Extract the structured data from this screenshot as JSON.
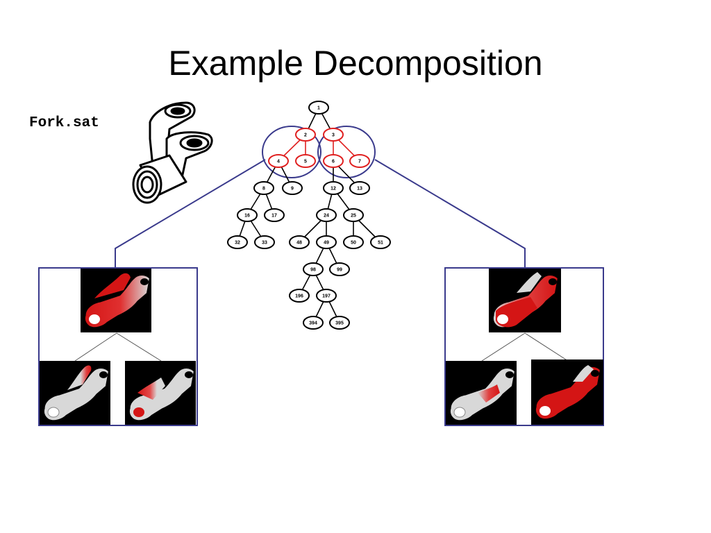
{
  "slide": {
    "title": "Example Decomposition",
    "filename": "Fork.sat"
  },
  "colors": {
    "highlight": "#e02020",
    "group_outline": "#3a3a8c",
    "node_outline": "#000000",
    "part_red": "#d41515",
    "part_gray": "#d8d8d8"
  },
  "tree": {
    "nodes": [
      {
        "id": "1",
        "highlight": false
      },
      {
        "id": "2",
        "highlight": true
      },
      {
        "id": "3",
        "highlight": true
      },
      {
        "id": "4",
        "highlight": true
      },
      {
        "id": "5",
        "highlight": true
      },
      {
        "id": "6",
        "highlight": true
      },
      {
        "id": "7",
        "highlight": true
      },
      {
        "id": "8",
        "highlight": false
      },
      {
        "id": "9",
        "highlight": false
      },
      {
        "id": "12",
        "highlight": false
      },
      {
        "id": "13",
        "highlight": false
      },
      {
        "id": "16",
        "highlight": false
      },
      {
        "id": "17",
        "highlight": false
      },
      {
        "id": "24",
        "highlight": false
      },
      {
        "id": "25",
        "highlight": false
      },
      {
        "id": "32",
        "highlight": false
      },
      {
        "id": "33",
        "highlight": false
      },
      {
        "id": "48",
        "highlight": false
      },
      {
        "id": "49",
        "highlight": false
      },
      {
        "id": "50",
        "highlight": false
      },
      {
        "id": "51",
        "highlight": false
      },
      {
        "id": "98",
        "highlight": false
      },
      {
        "id": "99",
        "highlight": false
      },
      {
        "id": "196",
        "highlight": false
      },
      {
        "id": "197",
        "highlight": false
      },
      {
        "id": "394",
        "highlight": false
      },
      {
        "id": "395",
        "highlight": false
      }
    ],
    "edges": [
      [
        "1",
        "2"
      ],
      [
        "1",
        "3"
      ],
      [
        "2",
        "4"
      ],
      [
        "2",
        "5"
      ],
      [
        "3",
        "6"
      ],
      [
        "3",
        "7"
      ],
      [
        "4",
        "8"
      ],
      [
        "4",
        "9"
      ],
      [
        "6",
        "12"
      ],
      [
        "6",
        "13"
      ],
      [
        "8",
        "16"
      ],
      [
        "8",
        "17"
      ],
      [
        "12",
        "24"
      ],
      [
        "12",
        "25"
      ],
      [
        "16",
        "32"
      ],
      [
        "16",
        "33"
      ],
      [
        "24",
        "48"
      ],
      [
        "24",
        "49"
      ],
      [
        "25",
        "50"
      ],
      [
        "25",
        "51"
      ],
      [
        "49",
        "98"
      ],
      [
        "49",
        "99"
      ],
      [
        "98",
        "196"
      ],
      [
        "98",
        "197"
      ],
      [
        "197",
        "394"
      ],
      [
        "197",
        "395"
      ]
    ]
  }
}
